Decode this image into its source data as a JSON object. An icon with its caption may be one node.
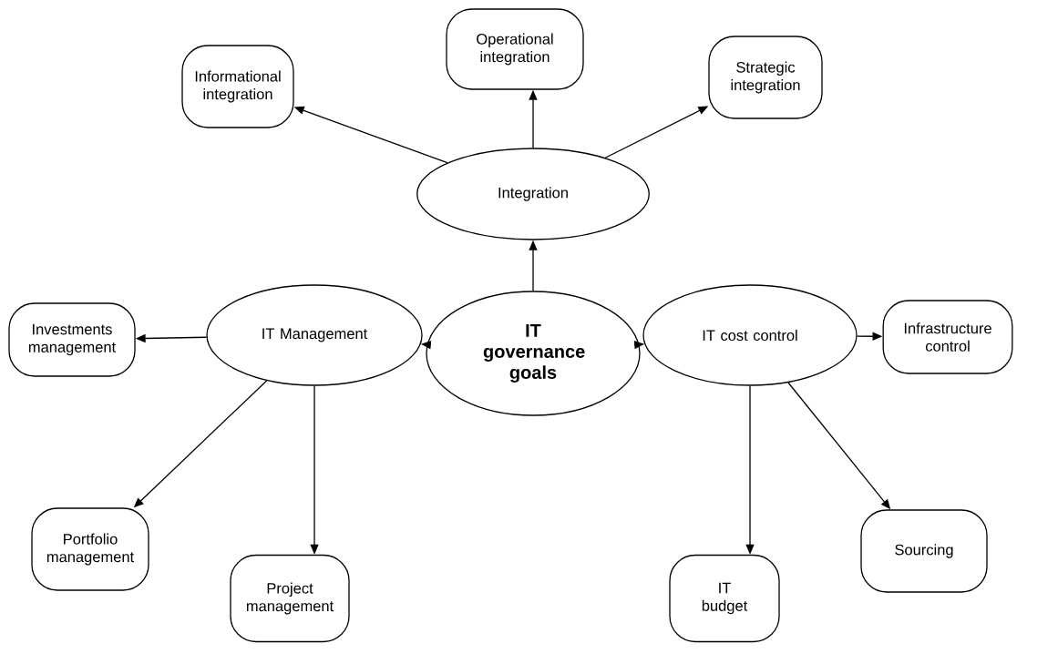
{
  "diagram": {
    "nodes": [
      {
        "text": [
          "IT governance goals"
        ]
      },
      {
        "text": [
          "Integration"
        ]
      },
      {
        "text": [
          "Informational integration"
        ]
      },
      {
        "text": [
          "Operational integration"
        ]
      },
      {
        "text": [
          "Strategic integration"
        ]
      },
      {
        "text": [
          "IT Management"
        ]
      },
      {
        "text": [
          "Investments management"
        ]
      },
      {
        "text": [
          "Portfolio management"
        ]
      },
      {
        "text": [
          "Project management"
        ]
      },
      {
        "text": [
          "IT cost control"
        ]
      },
      {
        "text": [
          "Infrastructure control"
        ]
      },
      {
        "text": [
          "Sourcing"
        ]
      },
      {
        "text": [
          "IT budget"
        ]
      }
    ],
    "edges": [
      {
        "from": 0,
        "to": 1,
        "arrow": "to"
      },
      {
        "from": 1,
        "to": 2,
        "arrow": "to"
      },
      {
        "from": 1,
        "to": 3,
        "arrow": "to"
      },
      {
        "from": 1,
        "to": 4,
        "arrow": "to"
      },
      {
        "from": 0,
        "to": 5,
        "arrow": "to"
      },
      {
        "from": 0,
        "to": 9,
        "arrow": "to"
      },
      {
        "from": 5,
        "to": 6,
        "arrow": "to"
      },
      {
        "from": 5,
        "to": 7,
        "arrow": "to"
      },
      {
        "from": 5,
        "to": 8,
        "arrow": "to"
      },
      {
        "from": 9,
        "to": 10,
        "arrow": "to"
      },
      {
        "from": 9,
        "to": 11,
        "arrow": "to"
      },
      {
        "from": 9,
        "to": 12,
        "arrow": "to"
      }
    ]
  }
}
